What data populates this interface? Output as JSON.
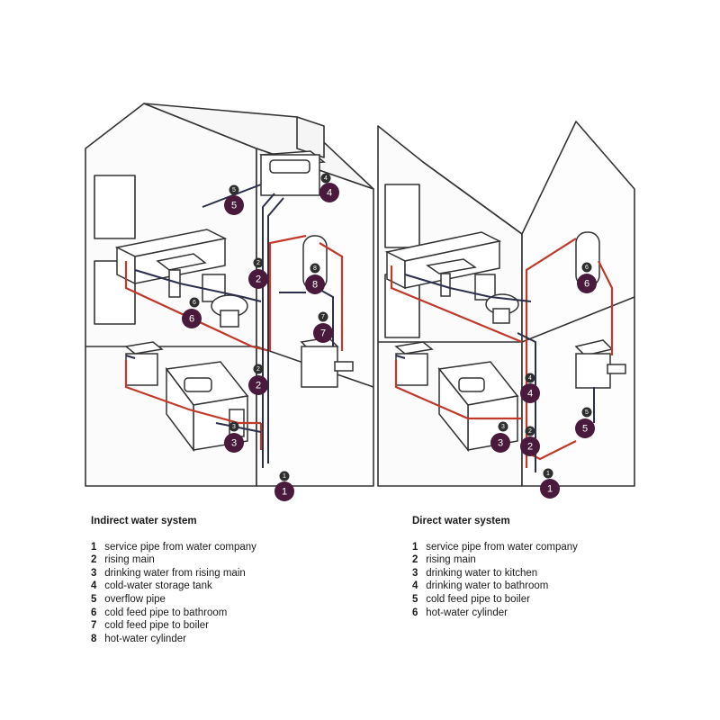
{
  "indirect": {
    "title": "Indirect water system",
    "items": [
      {
        "num": "1",
        "text": "service pipe from water company"
      },
      {
        "num": "2",
        "text": "rising main"
      },
      {
        "num": "3",
        "text": "drinking water from rising main"
      },
      {
        "num": "4",
        "text": "cold-water storage tank"
      },
      {
        "num": "5",
        "text": "overflow pipe"
      },
      {
        "num": "6",
        "text": "cold feed pipe to bathroom"
      },
      {
        "num": "7",
        "text": "cold feed pipe to boiler"
      },
      {
        "num": "8",
        "text": "hot-water cylinder"
      }
    ]
  },
  "direct": {
    "title": "Direct water system",
    "items": [
      {
        "num": "1",
        "text": "service pipe from water company"
      },
      {
        "num": "2",
        "text": "rising main"
      },
      {
        "num": "3",
        "text": "drinking water to kitchen"
      },
      {
        "num": "4",
        "text": "drinking water to bathroom"
      },
      {
        "num": "5",
        "text": "cold feed pipe to boiler"
      },
      {
        "num": "6",
        "text": "hot-water cylinder"
      }
    ]
  },
  "colors": {
    "badge": "#4a1a3c",
    "hot_pipe": "#c0392b",
    "cold_pipe": "#2b2f4a",
    "outline": "#333333"
  }
}
